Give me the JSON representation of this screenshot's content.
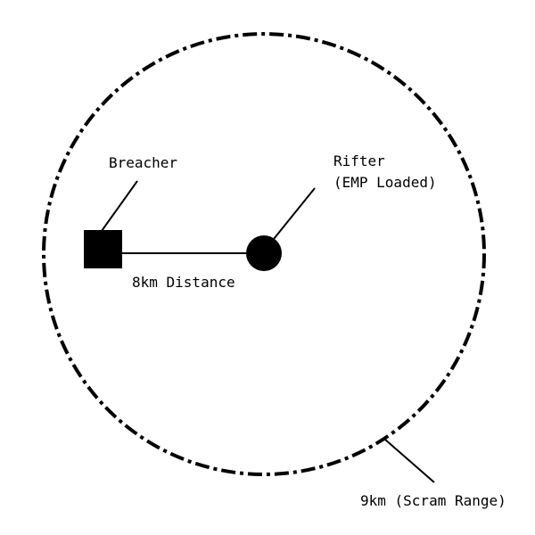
{
  "diagram": {
    "breacher_label": "Breacher",
    "rifter_label_line1": "Rifter",
    "rifter_label_line2": "(EMP Loaded)",
    "distance_label": "8km Distance",
    "range_label": "9km (Scram Range)",
    "colors": {
      "stroke": "#000000",
      "fill": "#000000",
      "background": "#ffffff"
    }
  }
}
